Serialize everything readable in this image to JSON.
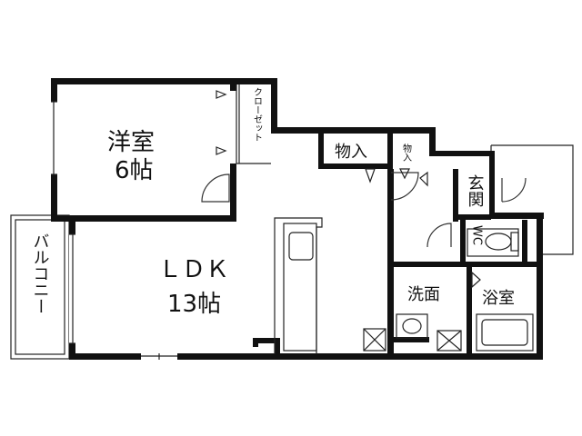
{
  "rooms": {
    "western_room": {
      "name": "洋室",
      "size": "6帖"
    },
    "closet": {
      "label": "クローゼット"
    },
    "ldk": {
      "name": "ＬＤＫ",
      "size": "13帖"
    },
    "storage_1": {
      "label": "物入"
    },
    "storage_2": {
      "label": "物入"
    },
    "entrance": {
      "label": "玄関"
    },
    "toilet": {
      "label": "WC"
    },
    "washroom": {
      "label": "洗面"
    },
    "bathroom": {
      "label": "浴室"
    },
    "balcony": {
      "label": "バルコニー"
    }
  },
  "colors": {
    "wall": "#111111",
    "line": "#222222",
    "background": "#ffffff"
  }
}
